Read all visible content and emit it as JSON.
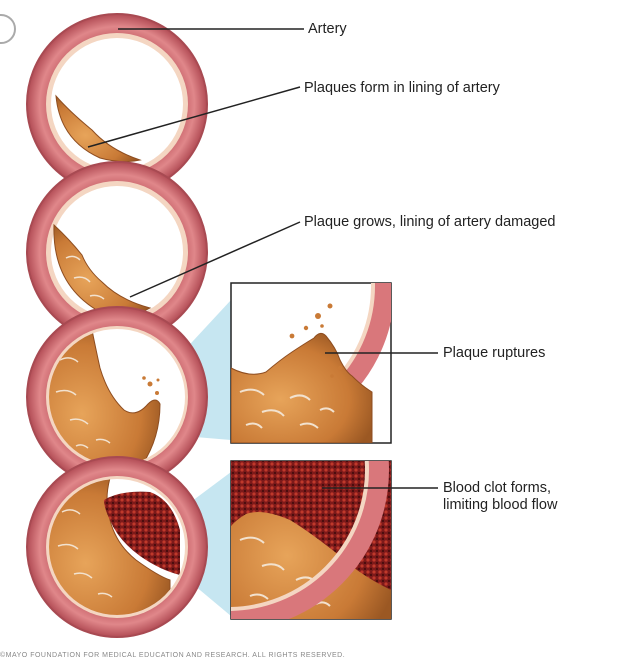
{
  "labels": {
    "artery": "Artery",
    "plaques_form": "Plaques form in lining of artery",
    "plaque_grows": "Plaque grows, lining of artery damaged",
    "plaque_ruptures": "Plaque ruptures",
    "clot_line1": "Blood clot forms,",
    "clot_line2": "limiting blood flow"
  },
  "copyright": "©MAYO FOUNDATION FOR MEDICAL EDUCATION AND RESEARCH. ALL RIGHTS RESERVED.",
  "colors": {
    "artery_wall": "#d9777b",
    "artery_wall_dark": "#b9545c",
    "inner_lining": "#f6dcc8",
    "plaque": "#d98c42",
    "plaque_dark": "#a9602a",
    "clot": "#8e1f1f",
    "zoom_panel": "#bfe3f0"
  }
}
